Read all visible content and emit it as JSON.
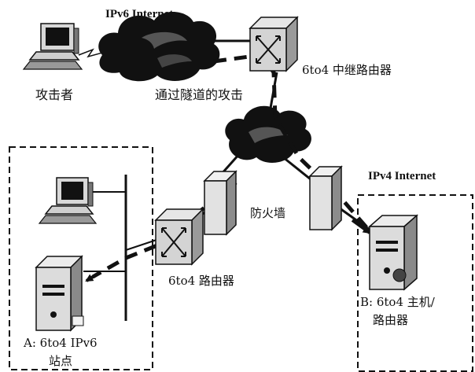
{
  "labels": {
    "ipv6_internet": "IPv6 Internet",
    "attacker": "攻击者",
    "tunnel_attack": "通过隧道的攻击",
    "relay_router": "6to4 中继路由器",
    "firewall": "防火墙",
    "ipv4_internet": "IPv4 Internet",
    "router_6to4": "6to4 路由器",
    "site_a_line1": "A:  6to4 IPv6",
    "site_a_line2": "站点",
    "host_b_line1": "B:  6to4 主机/",
    "host_b_line2": "路由器"
  },
  "icons": {
    "attacker_pc": "desktop-computer-icon",
    "site_pc": "desktop-computer-icon",
    "site_server": "server-icon",
    "host_b_server": "server-icon",
    "relay": "router-icon",
    "router": "router-icon",
    "firewall_left": "firewall-icon",
    "firewall_right": "firewall-icon",
    "cloud_ipv6": "cloud-icon",
    "cloud_ipv4": "cloud-icon"
  }
}
